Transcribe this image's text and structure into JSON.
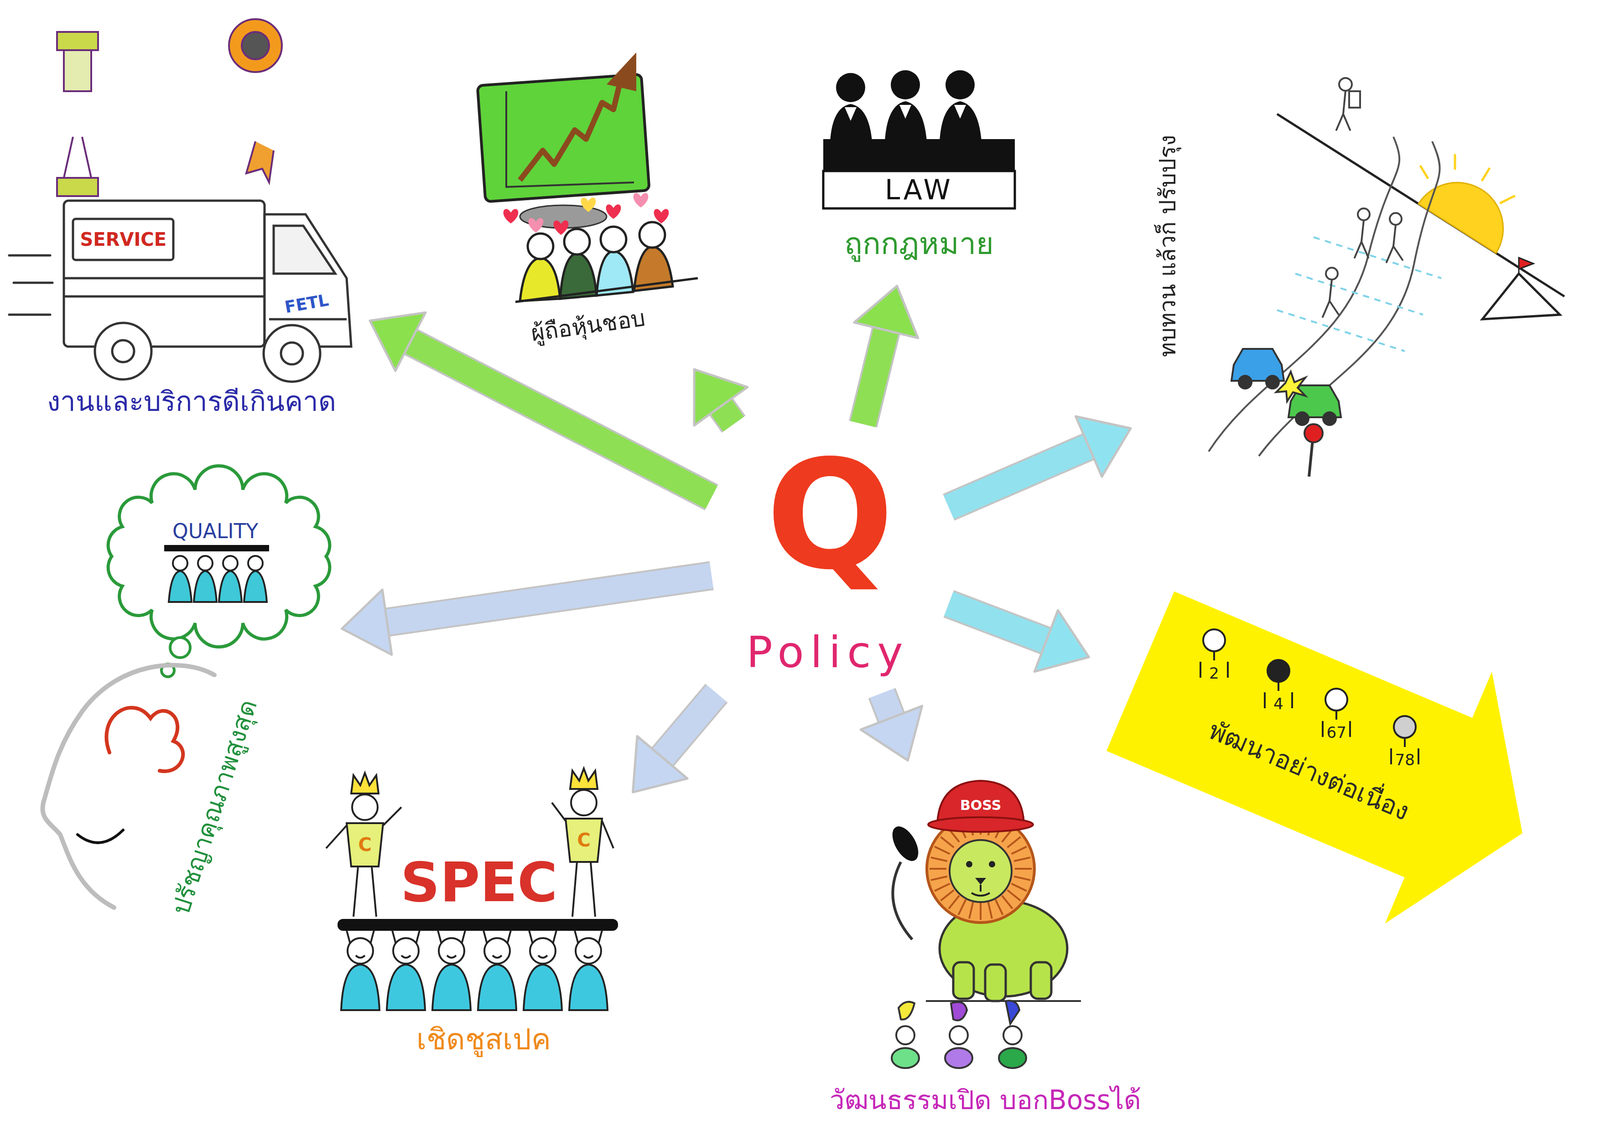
{
  "diagram": {
    "nodes": [
      {
        "text": [
          "Q",
          "Policy"
        ]
      },
      {
        "text": [
          "งานและบริการดีเกินคาด"
        ]
      },
      {
        "text": [
          "ผู้ถือหุ้นชอบ"
        ]
      },
      {
        "text": [
          "ถูกกฎหมาย"
        ]
      },
      {
        "text": [
          "ทบทวน แล้วก็ ปรับปรุง"
        ]
      },
      {
        "text": [
          "พัฒนาอย่างต่อเนื่อง"
        ]
      },
      {
        "text": [
          "วัฒนธรรมเปิด บอกBossได้"
        ]
      },
      {
        "text": [
          "เชิดชูสเปค"
        ]
      },
      {
        "text": [
          "ปรัชญาคุณภาพสูงสุด"
        ]
      }
    ],
    "edges": [
      {
        "from": 0,
        "to": 1,
        "arrow": "to"
      },
      {
        "from": 0,
        "to": 2,
        "arrow": "to"
      },
      {
        "from": 0,
        "to": 3,
        "arrow": "to"
      },
      {
        "from": 0,
        "to": 4,
        "arrow": "to"
      },
      {
        "from": 0,
        "to": 5,
        "arrow": "to"
      },
      {
        "from": 0,
        "to": 6,
        "arrow": "to"
      },
      {
        "from": 0,
        "to": 7,
        "arrow": "to"
      },
      {
        "from": 0,
        "to": 8,
        "arrow": "to"
      }
    ],
    "labels": [
      "SERVICE",
      "FETL",
      "LAW",
      "QUALITY",
      "SPEC",
      "C",
      "C",
      "BOSS",
      "2",
      "4",
      "67",
      "78"
    ]
  }
}
